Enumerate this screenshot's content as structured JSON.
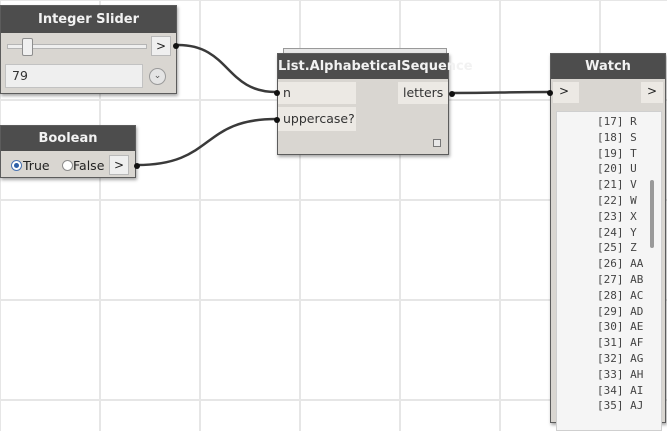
{
  "canvas": {
    "background": "#ffffff",
    "grid_color": "#e6e6e6"
  },
  "integer_slider": {
    "title": "Integer Slider",
    "value": "79",
    "expand_label": ">",
    "collapse_icon": "chevron-down-icon"
  },
  "boolean": {
    "title": "Boolean",
    "true_label": "True",
    "false_label": "False",
    "selected": "True",
    "expand_label": ">"
  },
  "alpha_seq": {
    "title": "List.AlphabeticalSequence",
    "inputs": [
      "n",
      "uppercase?"
    ],
    "output": "letters"
  },
  "watch": {
    "title": "Watch",
    "input_label": ">",
    "output_label": ">",
    "items": [
      {
        "index": "[17]",
        "value": "R"
      },
      {
        "index": "[18]",
        "value": "S"
      },
      {
        "index": "[19]",
        "value": "T"
      },
      {
        "index": "[20]",
        "value": "U"
      },
      {
        "index": "[21]",
        "value": "V"
      },
      {
        "index": "[22]",
        "value": "W"
      },
      {
        "index": "[23]",
        "value": "X"
      },
      {
        "index": "[24]",
        "value": "Y"
      },
      {
        "index": "[25]",
        "value": "Z"
      },
      {
        "index": "[26]",
        "value": "AA"
      },
      {
        "index": "[27]",
        "value": "AB"
      },
      {
        "index": "[28]",
        "value": "AC"
      },
      {
        "index": "[29]",
        "value": "AD"
      },
      {
        "index": "[30]",
        "value": "AE"
      },
      {
        "index": "[31]",
        "value": "AF"
      },
      {
        "index": "[32]",
        "value": "AG"
      },
      {
        "index": "[33]",
        "value": "AH"
      },
      {
        "index": "[34]",
        "value": "AI"
      },
      {
        "index": "[35]",
        "value": "AJ"
      }
    ]
  }
}
